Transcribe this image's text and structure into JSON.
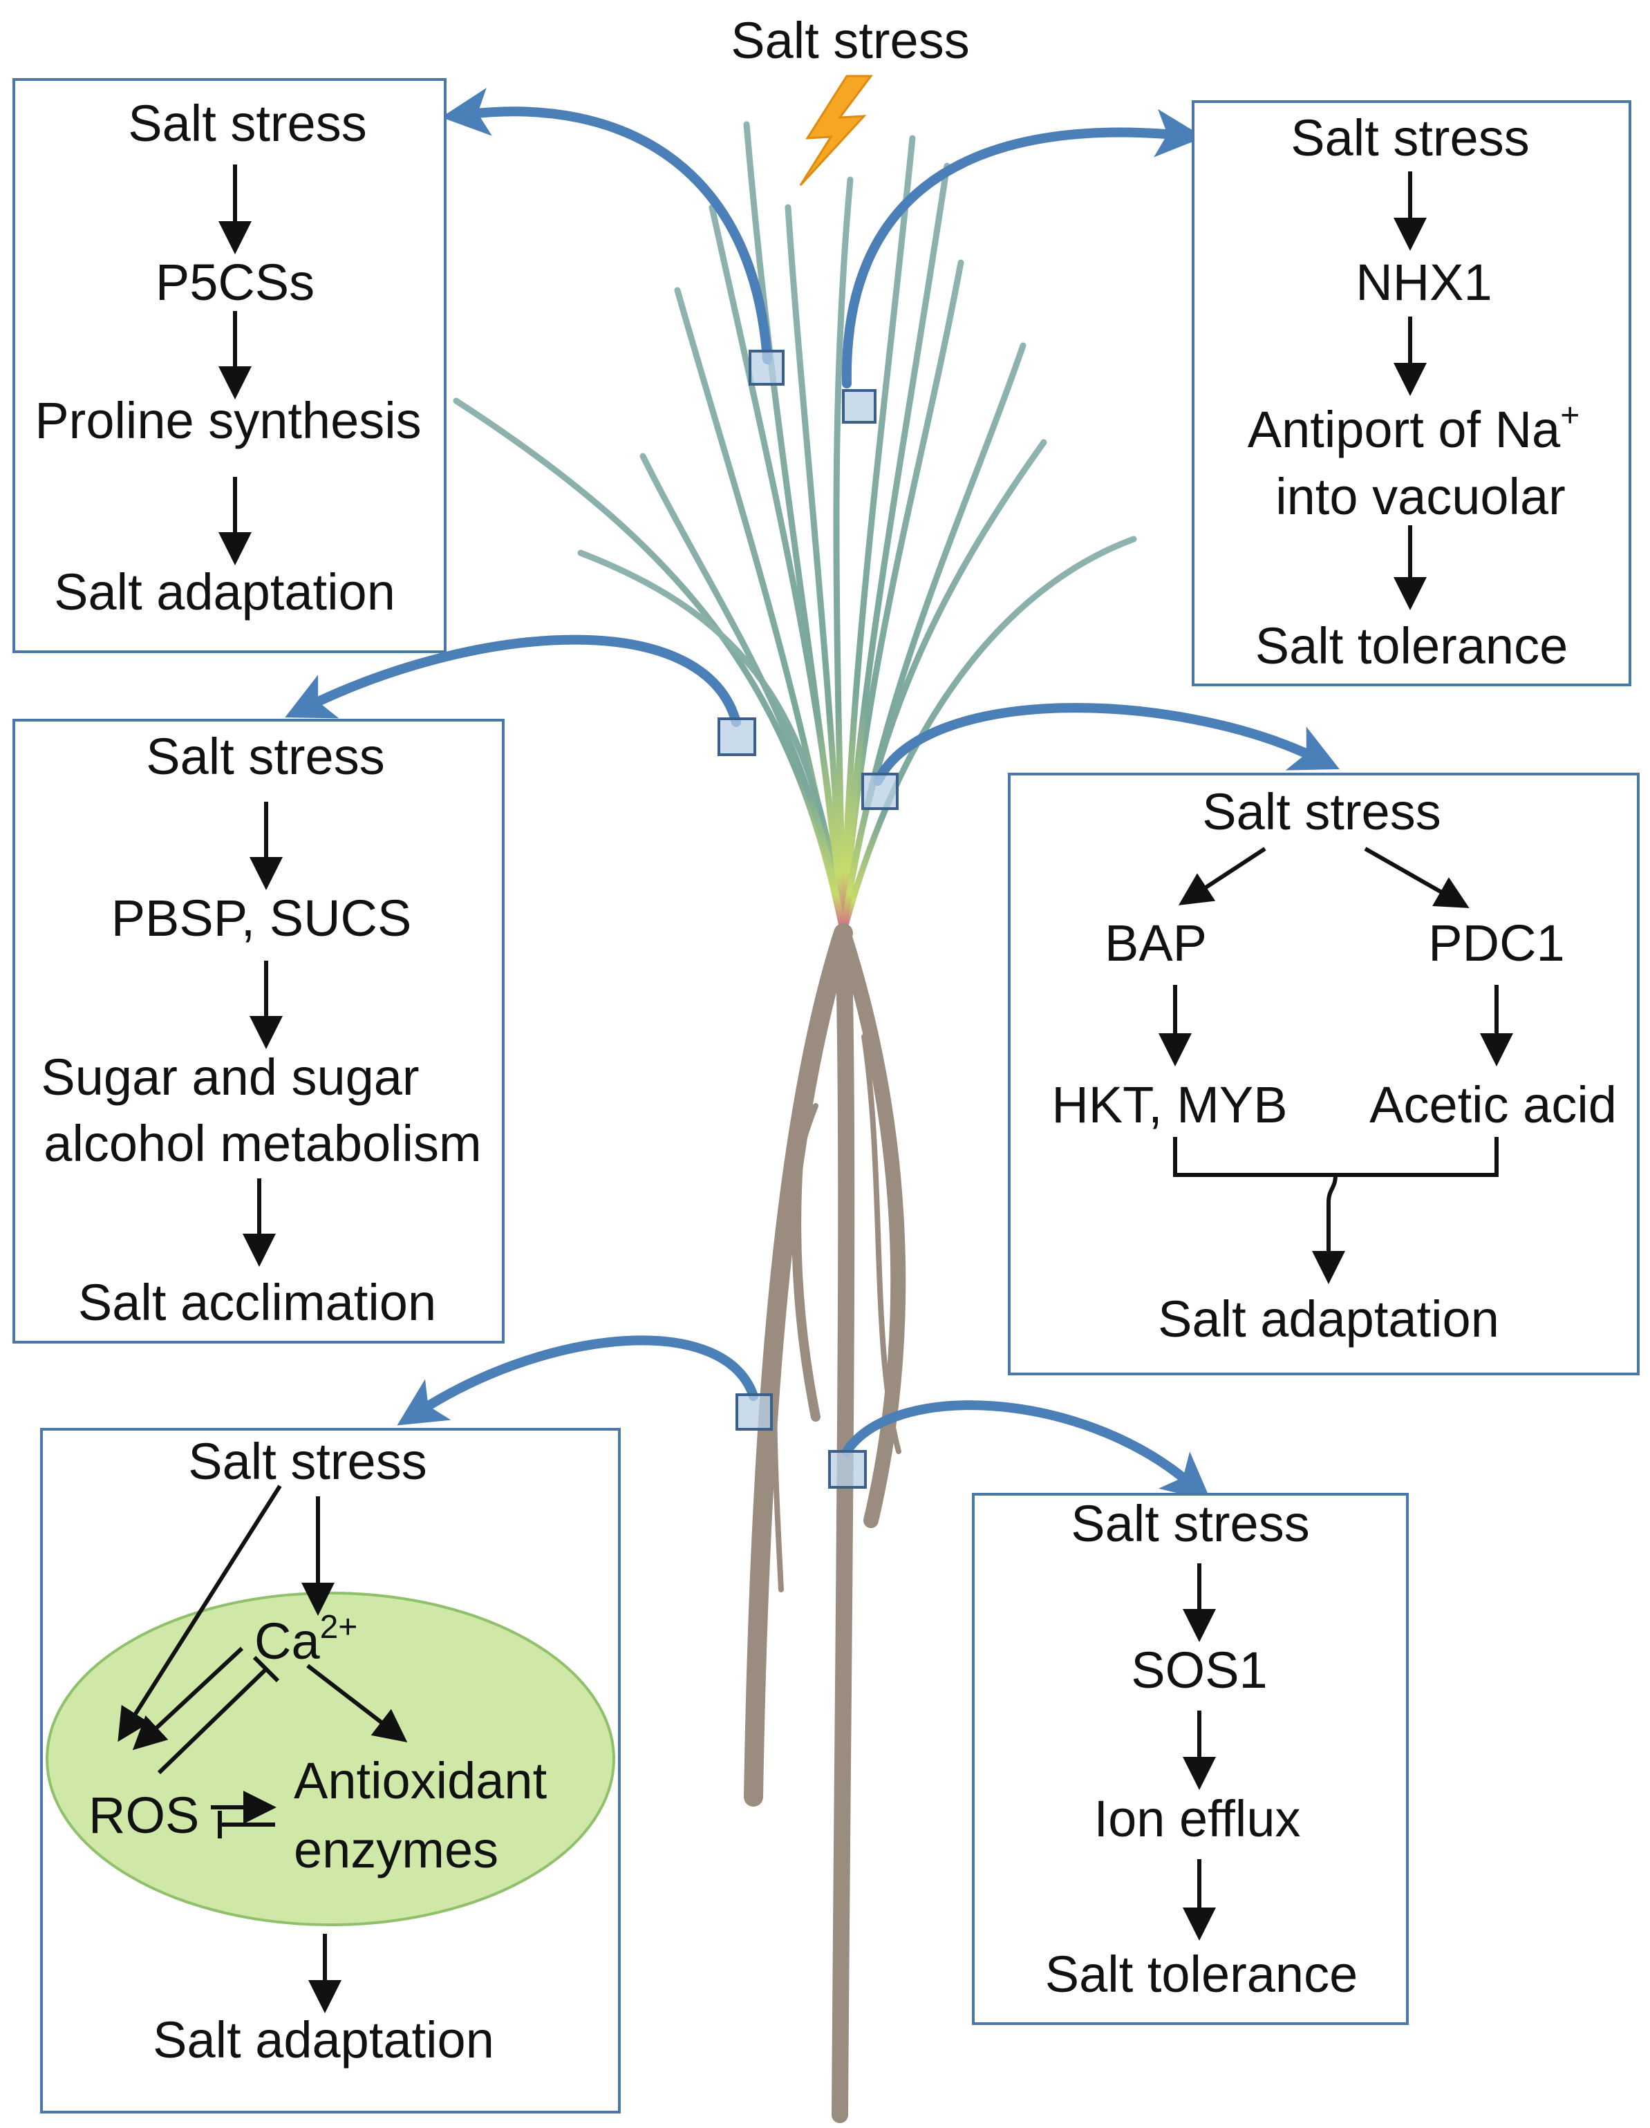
{
  "top_label": "Salt stress",
  "colors": {
    "box_border": "#4a78a8",
    "callout_arrow": "#4a7fb8",
    "marker_fill": "#b8cfe6",
    "ellipse_fill": "#cfe8a8",
    "lightning": "#f5a623",
    "leaf": "#7fa6a0",
    "root": "#9a8d80"
  },
  "panels": {
    "proline": {
      "stress": "Salt stress",
      "gene": "P5CSs",
      "process": "Proline synthesis",
      "outcome": "Salt adaptation"
    },
    "nhx": {
      "stress": "Salt stress",
      "gene": "NHX1",
      "process_line1_pre": "Antiport of Na",
      "process_line1_sup": "+",
      "process_line2": "into vacuolar",
      "outcome": "Salt tolerance"
    },
    "sugar": {
      "stress": "Salt stress",
      "genes": "PBSP,  SUCS",
      "process_line1": "Sugar and sugar",
      "process_line2": "alcohol metabolism",
      "outcome": "Salt acclimation"
    },
    "bap": {
      "stress": "Salt stress",
      "gene_left": "BAP",
      "gene_right": "PDC1",
      "target_left": "HKT, MYB",
      "target_right": "Acetic acid",
      "outcome": "Salt adaptation"
    },
    "ros": {
      "stress": "Salt stress",
      "ca_base": "Ca",
      "ca_sup": "2+",
      "ros": "ROS",
      "enzymes_line1": "Antioxidant",
      "enzymes_line2": "enzymes",
      "outcome": "Salt adaptation"
    },
    "sos": {
      "stress": "Salt stress",
      "gene": "SOS1",
      "process": "Ion efflux",
      "outcome": "Salt tolerance"
    }
  }
}
